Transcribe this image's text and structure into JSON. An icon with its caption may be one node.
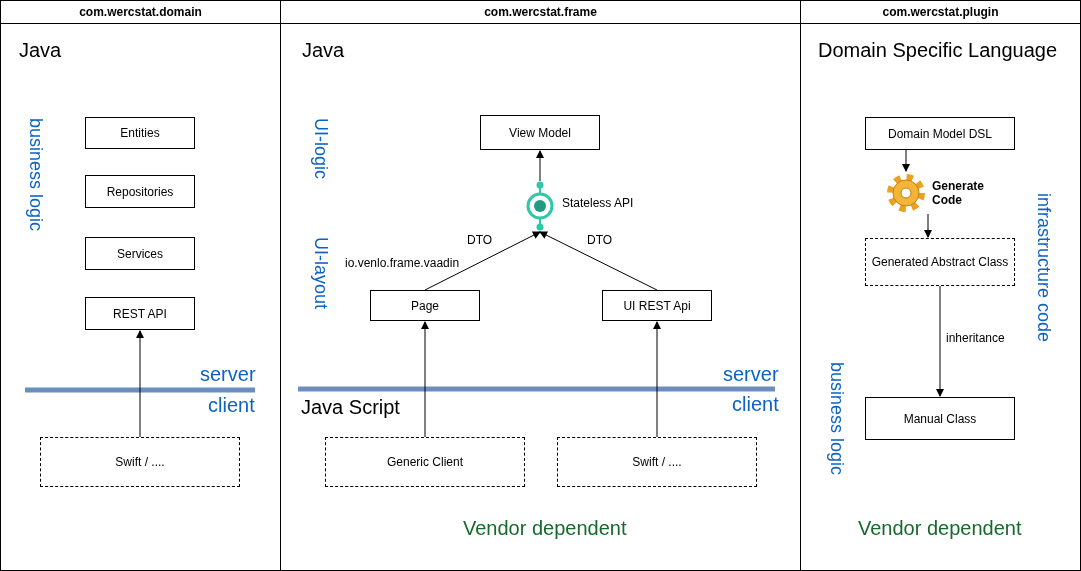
{
  "diagram": {
    "nodes": [
      {
        "text": [
          "com.wercstat.domain",
          "Java"
        ]
      },
      {
        "text": [
          "Entities"
        ],
        "in": 0
      },
      {
        "text": [
          "Repositories"
        ],
        "in": 0
      },
      {
        "text": [
          "Services"
        ],
        "in": 0
      },
      {
        "text": [
          "REST API"
        ],
        "in": 0
      },
      {
        "text": [
          "Swift / ...."
        ],
        "in": 0
      },
      {
        "text": [
          "com.wercstat.frame",
          "Java"
        ]
      },
      {
        "text": [
          "View Model"
        ],
        "in": 6
      },
      {
        "text": [],
        "shape": "circle",
        "beside": [
          "Stateless API"
        ],
        "in": 6
      },
      {
        "text": [
          "Page"
        ],
        "in": 6
      },
      {
        "text": [
          "UI REST Api"
        ],
        "in": 6
      },
      {
        "text": [
          "Generic Client"
        ],
        "in": 6
      },
      {
        "text": [
          "Swift / ...."
        ],
        "in": 6
      },
      {
        "text": [
          "com.wercstat.plugin",
          "Domain Specific Language"
        ]
      },
      {
        "text": [
          "Domain Model DSL"
        ],
        "in": 13
      },
      {
        "text": [],
        "shape": "gear",
        "beside": [
          "Generate Code"
        ],
        "in": 13
      },
      {
        "text": [
          "Generated Abstract Class"
        ],
        "in": 13
      },
      {
        "text": [
          "Manual Class"
        ],
        "in": 13
      }
    ],
    "edges": [
      {
        "from": 5,
        "to": 4,
        "arrow": "to"
      },
      {
        "from": 11,
        "to": 9,
        "arrow": "to"
      },
      {
        "from": 12,
        "to": 10,
        "arrow": "to"
      },
      {
        "from": 9,
        "to": 8,
        "arrow": "to",
        "label": "DTO"
      },
      {
        "from": 10,
        "to": 8,
        "arrow": "to",
        "label": "DTO"
      },
      {
        "from": 8,
        "to": 7,
        "arrow": "to"
      },
      {
        "from": 14,
        "to": 15,
        "arrow": "to"
      },
      {
        "from": 15,
        "to": 16,
        "arrow": "to"
      },
      {
        "from": 16,
        "to": 17,
        "arrow": "to",
        "label": "inheritance"
      }
    ],
    "labels": [
      "business logic",
      "server",
      "client",
      "UI-logic",
      "UI-layout",
      "io.venlo.frame.vaadin",
      "server",
      "client",
      "Java Script",
      "Vendor dependent",
      "infrastructure code",
      "business logic",
      "Vendor dependent"
    ]
  }
}
